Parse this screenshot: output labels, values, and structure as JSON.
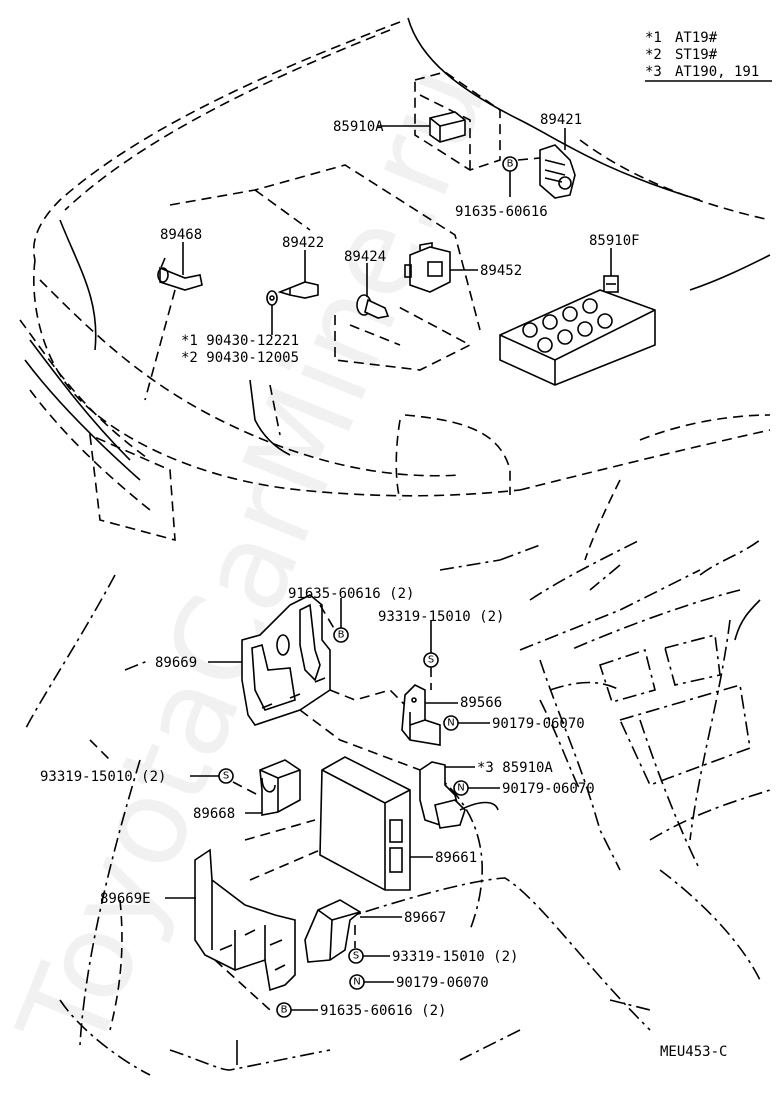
{
  "diagram": {
    "code": "MEU453-C",
    "watermark": "ToyotaCarMine.ru",
    "notes": [
      {
        "key": "*1",
        "value": "AT19#"
      },
      {
        "key": "*2",
        "value": "ST19#"
      },
      {
        "key": "*3",
        "value": "AT190, 191"
      }
    ],
    "symbols": {
      "bolt": "B",
      "screw": "S",
      "nut": "N"
    },
    "top_section": {
      "labels": {
        "relay_85910a": "85910A",
        "sensor_89421": "89421",
        "bolt_91635": "91635-60616",
        "sensor_89468": "89468",
        "sensor_89422": "89422",
        "sensor_89424": "89424",
        "sensor_89452": "89452",
        "relay_85910f": "85910F",
        "gasket_1": "*1 90430-12221",
        "gasket_2": "*2 90430-12005"
      }
    },
    "bottom_section": {
      "labels": {
        "bolt_top": "91635-60616 (2)",
        "screw_top": "93319-15010 (2)",
        "bracket_89669": "89669",
        "bracket_89566": "89566",
        "nut_1": "90179-06070",
        "screw_left": "93319-15010 (2)",
        "relay_85910a_3": "*3 85910A",
        "nut_2": "90179-06070",
        "bracket_89668": "89668",
        "ecu_89661": "89661",
        "bracket_89669e": "89669E",
        "bracket_89667": "89667",
        "screw_bottom": "93319-15010 (2)",
        "nut_3": "90179-06070",
        "bolt_bottom": "91635-60616 (2)"
      }
    }
  }
}
